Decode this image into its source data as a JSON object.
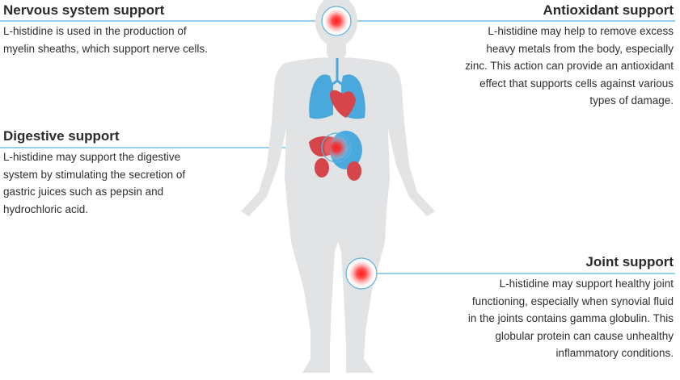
{
  "sections": {
    "nervous": {
      "title": "Nervous system support",
      "lines": [
        "L-histidine is used in the production of",
        "myelin sheaths, which support nerve cells."
      ]
    },
    "antioxidant": {
      "title": "Antioxidant support",
      "lines": [
        "L-histidine may help to remove excess",
        "heavy metals from the body, especially",
        "zinc. This action can provide an antioxidant",
        "effect that supports cells against various",
        "types of damage."
      ]
    },
    "digestive": {
      "title": "Digestive support",
      "lines": [
        "L-histidine may support the digestive",
        "system by stimulating the secretion of",
        "gastric juices such as pepsin and",
        "hydrochloric acid."
      ]
    },
    "joint": {
      "title": "Joint support",
      "lines": [
        "L-histidine may support healthy joint",
        "functioning, especially when synovial fluid",
        "in the joints contains gamma globulin. This",
        "globular protein can cause unhealthy",
        "inflammatory conditions."
      ]
    }
  },
  "colors": {
    "connector": "#5bb4e0",
    "body": "#e2e3e5",
    "organ_blue": "#4aa9dc",
    "organ_red": "#d6454a",
    "hotspot": "#ff1a1a"
  }
}
